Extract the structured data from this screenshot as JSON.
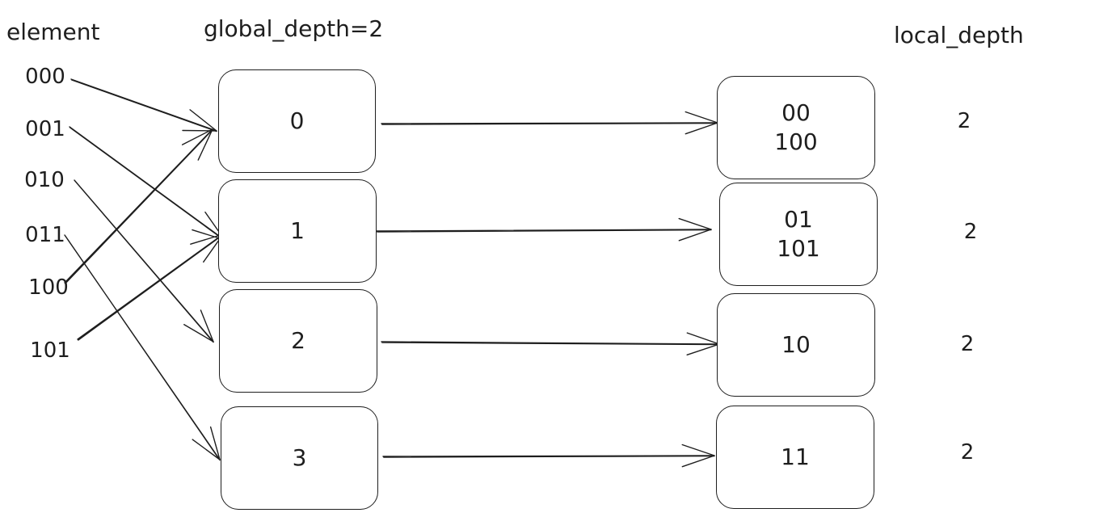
{
  "headers": {
    "element": "element",
    "global_depth": "global_depth=2",
    "local_depth": "local_depth"
  },
  "elements": [
    "000",
    "001",
    "010",
    "011",
    "100",
    "101"
  ],
  "directory": [
    "0",
    "1",
    "2",
    "3"
  ],
  "buckets": [
    {
      "contents": "00\n100",
      "local_depth": "2"
    },
    {
      "contents": "01\n101",
      "local_depth": "2"
    },
    {
      "contents": "10",
      "local_depth": "2"
    },
    {
      "contents": "11",
      "local_depth": "2"
    }
  ],
  "element_links": [
    {
      "from": "000",
      "to": "0"
    },
    {
      "from": "001",
      "to": "1"
    },
    {
      "from": "010",
      "to": "2"
    },
    {
      "from": "011",
      "to": "3"
    },
    {
      "from": "100",
      "to": "0"
    },
    {
      "from": "101",
      "to": "1"
    }
  ],
  "directory_links": [
    {
      "from": "0",
      "to": "00\n100"
    },
    {
      "from": "1",
      "to": "01\n101"
    },
    {
      "from": "2",
      "to": "10"
    },
    {
      "from": "3",
      "to": "11"
    }
  ],
  "colors": {
    "stroke": "#1e1e1e",
    "background": "#ffffff"
  }
}
